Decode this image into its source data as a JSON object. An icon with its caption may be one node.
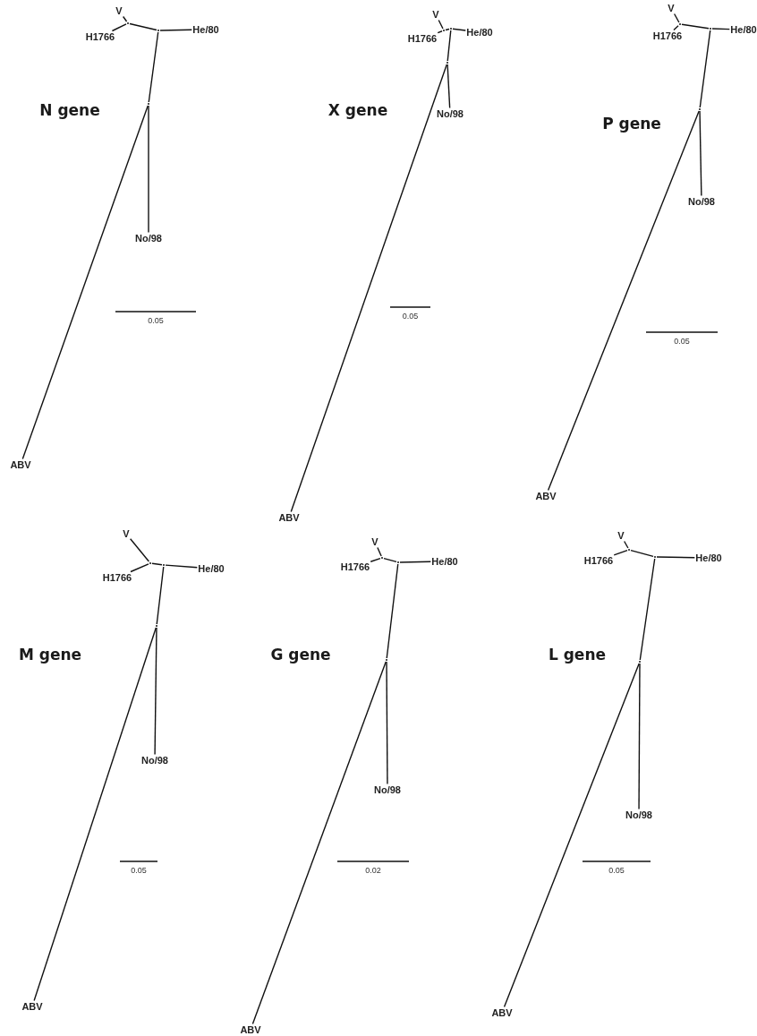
{
  "diagram": {
    "nodes": [
      {
        "text": [
          "V"
        ]
      },
      {
        "text": [
          "H1766"
        ]
      },
      {
        "text": [
          "He/80"
        ]
      },
      {
        "text": [
          "No/98"
        ]
      },
      {
        "text": [
          "ABV"
        ]
      },
      {
        "text": [],
        "shape": "dot"
      },
      {
        "text": [],
        "shape": "dot"
      },
      {
        "text": [],
        "shape": "dot"
      },
      {
        "text": [
          "V"
        ]
      },
      {
        "text": [
          "H1766"
        ]
      },
      {
        "text": [
          "He/80"
        ]
      },
      {
        "text": [
          "No/98"
        ]
      },
      {
        "text": [
          "ABV"
        ]
      },
      {
        "text": [],
        "shape": "dot"
      },
      {
        "text": [],
        "shape": "dot"
      },
      {
        "text": [],
        "shape": "dot"
      },
      {
        "text": [
          "V"
        ]
      },
      {
        "text": [
          "H1766"
        ]
      },
      {
        "text": [
          "He/80"
        ]
      },
      {
        "text": [
          "No/98"
        ]
      },
      {
        "text": [
          "ABV"
        ]
      },
      {
        "text": [],
        "shape": "dot"
      },
      {
        "text": [],
        "shape": "dot"
      },
      {
        "text": [],
        "shape": "dot"
      },
      {
        "text": [
          "V"
        ]
      },
      {
        "text": [
          "H1766"
        ]
      },
      {
        "text": [
          "He/80"
        ]
      },
      {
        "text": [
          "No/98"
        ]
      },
      {
        "text": [
          "ABV"
        ]
      },
      {
        "text": [],
        "shape": "dot"
      },
      {
        "text": [],
        "shape": "dot"
      },
      {
        "text": [],
        "shape": "dot"
      },
      {
        "text": [
          "V"
        ]
      },
      {
        "text": [
          "H1766"
        ]
      },
      {
        "text": [
          "He/80"
        ]
      },
      {
        "text": [
          "No/98"
        ]
      },
      {
        "text": [
          "ABV"
        ]
      },
      {
        "text": [],
        "shape": "dot"
      },
      {
        "text": [],
        "shape": "dot"
      },
      {
        "text": [],
        "shape": "dot"
      },
      {
        "text": [
          "V"
        ]
      },
      {
        "text": [
          "H1766"
        ]
      },
      {
        "text": [
          "He/80"
        ]
      },
      {
        "text": [
          "No/98"
        ]
      },
      {
        "text": [
          "ABV"
        ]
      },
      {
        "text": [],
        "shape": "dot"
      },
      {
        "text": [],
        "shape": "dot"
      },
      {
        "text": [],
        "shape": "dot"
      }
    ],
    "edges": [
      {
        "from": 5,
        "to": 0,
        "arrow": "none"
      },
      {
        "from": 5,
        "to": 1,
        "arrow": "none"
      },
      {
        "from": 5,
        "to": 6,
        "arrow": "none"
      },
      {
        "from": 6,
        "to": 2,
        "arrow": "none"
      },
      {
        "from": 6,
        "to": 7,
        "arrow": "none"
      },
      {
        "from": 7,
        "to": 3,
        "arrow": "none"
      },
      {
        "from": 7,
        "to": 4,
        "arrow": "none"
      },
      {
        "from": 13,
        "to": 8,
        "arrow": "none"
      },
      {
        "from": 13,
        "to": 9,
        "arrow": "none"
      },
      {
        "from": 13,
        "to": 14,
        "arrow": "none"
      },
      {
        "from": 14,
        "to": 10,
        "arrow": "none"
      },
      {
        "from": 14,
        "to": 15,
        "arrow": "none"
      },
      {
        "from": 15,
        "to": 11,
        "arrow": "none"
      },
      {
        "from": 15,
        "to": 12,
        "arrow": "none"
      },
      {
        "from": 21,
        "to": 16,
        "arrow": "none"
      },
      {
        "from": 21,
        "to": 17,
        "arrow": "none"
      },
      {
        "from": 21,
        "to": 22,
        "arrow": "none"
      },
      {
        "from": 22,
        "to": 18,
        "arrow": "none"
      },
      {
        "from": 22,
        "to": 23,
        "arrow": "none"
      },
      {
        "from": 23,
        "to": 19,
        "arrow": "none"
      },
      {
        "from": 23,
        "to": 20,
        "arrow": "none"
      },
      {
        "from": 29,
        "to": 24,
        "arrow": "none"
      },
      {
        "from": 29,
        "to": 25,
        "arrow": "none"
      },
      {
        "from": 29,
        "to": 30,
        "arrow": "none"
      },
      {
        "from": 30,
        "to": 26,
        "arrow": "none"
      },
      {
        "from": 30,
        "to": 31,
        "arrow": "none"
      },
      {
        "from": 31,
        "to": 27,
        "arrow": "none"
      },
      {
        "from": 31,
        "to": 28,
        "arrow": "none"
      },
      {
        "from": 37,
        "to": 32,
        "arrow": "none"
      },
      {
        "from": 37,
        "to": 33,
        "arrow": "none"
      },
      {
        "from": 37,
        "to": 38,
        "arrow": "none"
      },
      {
        "from": 38,
        "to": 34,
        "arrow": "none"
      },
      {
        "from": 38,
        "to": 39,
        "arrow": "none"
      },
      {
        "from": 39,
        "to": 35,
        "arrow": "none"
      },
      {
        "from": 39,
        "to": 36,
        "arrow": "none"
      },
      {
        "from": 45,
        "to": 40,
        "arrow": "none"
      },
      {
        "from": 45,
        "to": 41,
        "arrow": "none"
      },
      {
        "from": 45,
        "to": 46,
        "arrow": "none"
      },
      {
        "from": 46,
        "to": 42,
        "arrow": "none"
      },
      {
        "from": 46,
        "to": 47,
        "arrow": "none"
      },
      {
        "from": 47,
        "to": 43,
        "arrow": "none"
      },
      {
        "from": 47,
        "to": 44,
        "arrow": "none"
      }
    ],
    "labels": [
      "N gene",
      "0.05",
      "X gene",
      "0.05",
      "P gene",
      "0.05",
      "M gene",
      "0.05",
      "G gene",
      "0.02",
      "L gene",
      "0.05"
    ]
  }
}
